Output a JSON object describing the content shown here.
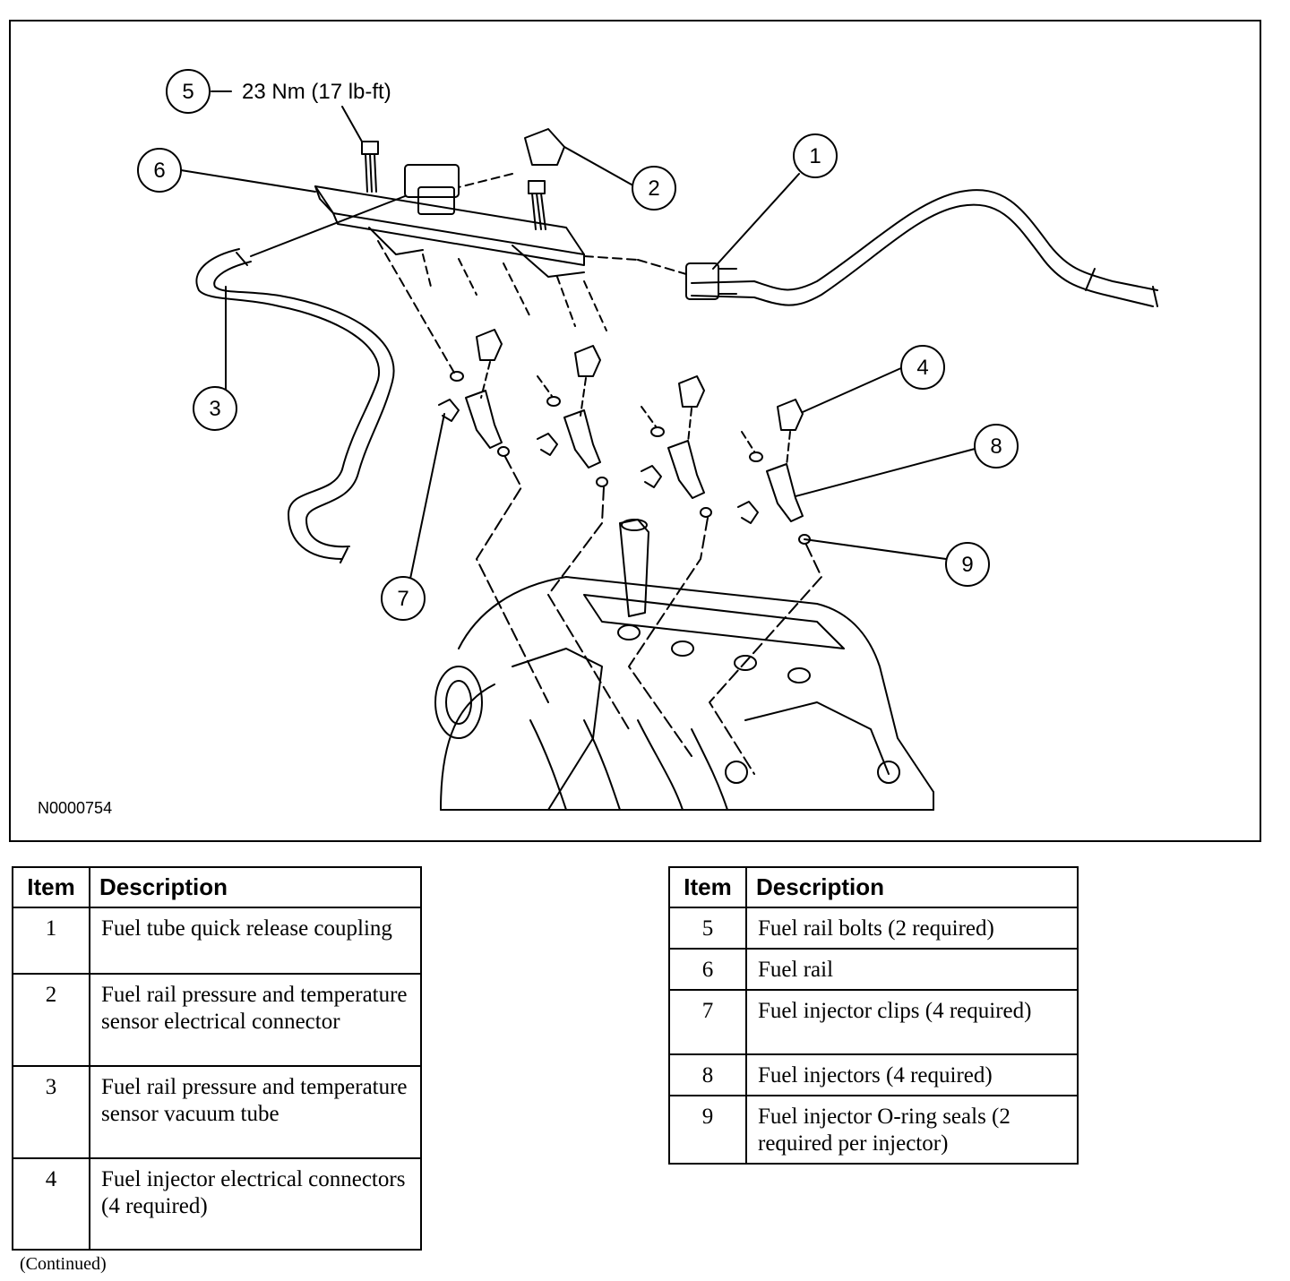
{
  "figure": {
    "id": "N0000754",
    "torque_spec": "23 Nm (17 lb-ft)",
    "callouts": [
      "1",
      "2",
      "3",
      "4",
      "5",
      "6",
      "7",
      "8",
      "9"
    ]
  },
  "legend": {
    "header_item": "Item",
    "header_description": "Description",
    "left_rows": [
      {
        "item": "1",
        "description": "Fuel tube quick release coupling"
      },
      {
        "item": "2",
        "description": "Fuel rail pressure and temperature sensor electrical connector"
      },
      {
        "item": "3",
        "description": "Fuel rail pressure and temperature sensor vacuum tube"
      },
      {
        "item": "4",
        "description": "Fuel injector electrical connectors (4 required)"
      }
    ],
    "right_rows": [
      {
        "item": "5",
        "description": "Fuel rail bolts (2 required)"
      },
      {
        "item": "6",
        "description": "Fuel rail"
      },
      {
        "item": "7",
        "description": "Fuel injector clips (4 required)"
      },
      {
        "item": "8",
        "description": "Fuel injectors (4 required)"
      },
      {
        "item": "9",
        "description": "Fuel injector O-ring seals (2 required per injector)"
      }
    ]
  },
  "footer": {
    "continued": "(Continued)"
  }
}
